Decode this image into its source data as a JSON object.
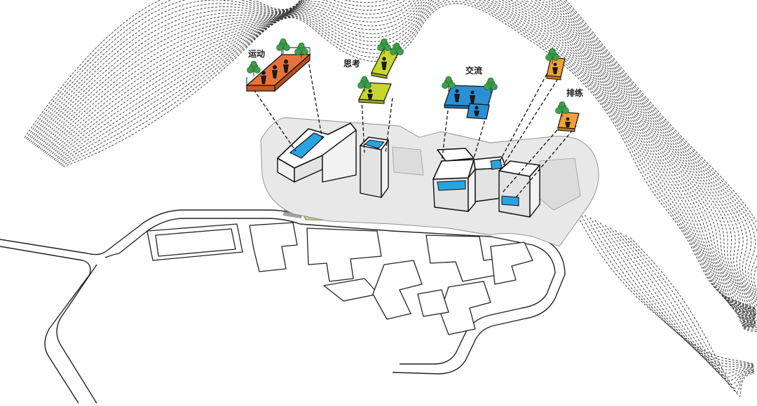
{
  "diagram": {
    "callouts": [
      {
        "label": "运动",
        "color": "#e8733a"
      },
      {
        "label": "思考",
        "color": "#c8d62e"
      },
      {
        "label": "交流",
        "color": "#2b8fd6"
      },
      {
        "label": "排练",
        "color": "#f0a03a"
      }
    ],
    "colors": {
      "contour": "#333333",
      "terrace_green": "#b9d08a",
      "pool_blue": "#2aa4e0",
      "tree_green": "#3aa04a"
    }
  }
}
